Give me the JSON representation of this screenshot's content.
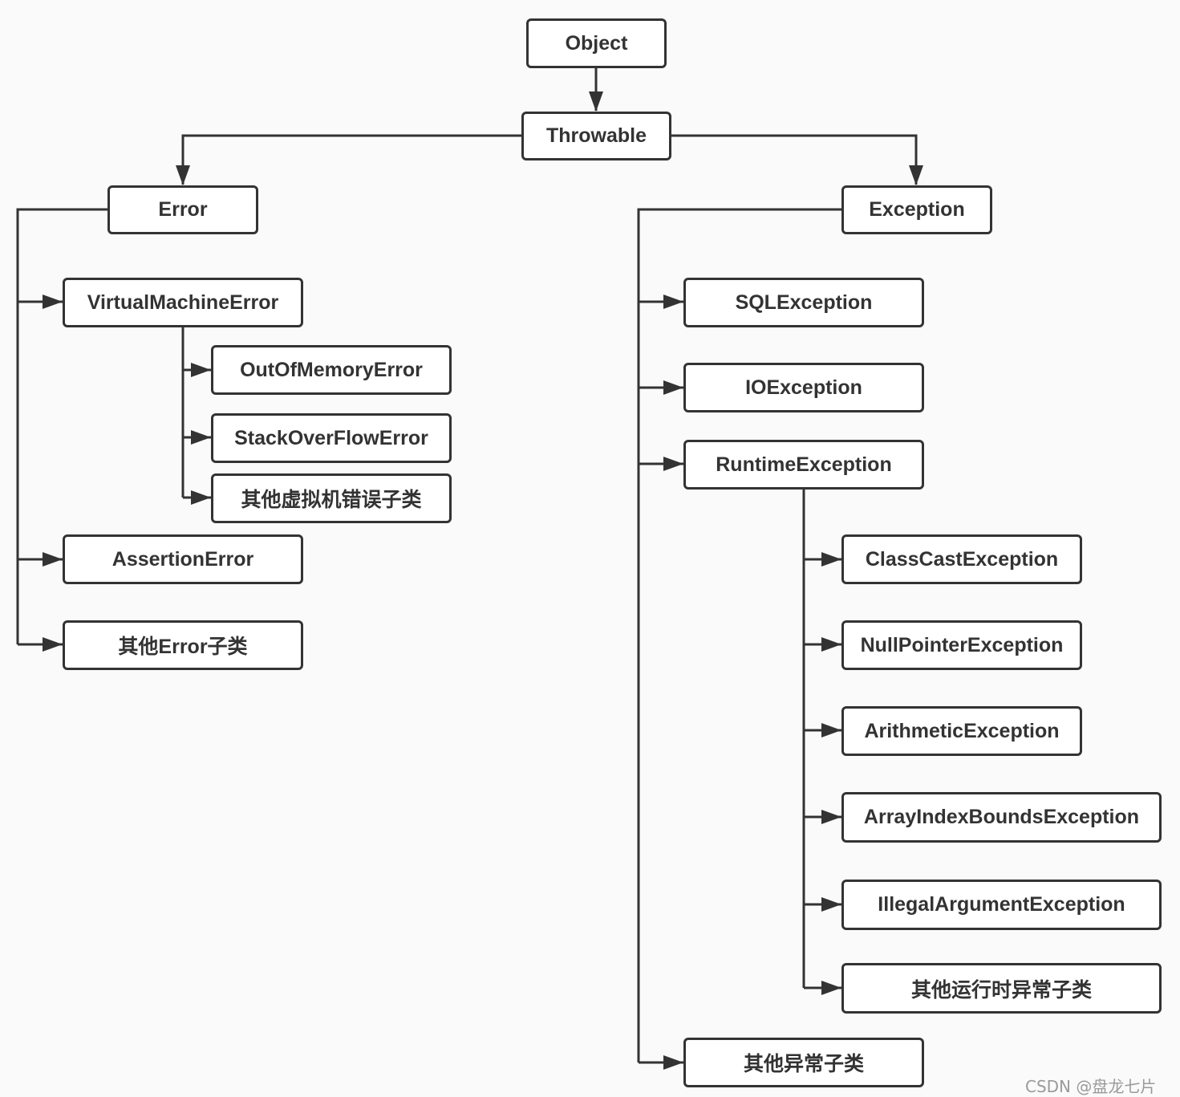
{
  "diagram": {
    "nodes": {
      "object": "Object",
      "throwable": "Throwable",
      "error": "Error",
      "exception": "Exception",
      "virtual_machine_error": "VirtualMachineError",
      "out_of_memory_error": "OutOfMemoryError",
      "stack_over_flow_error": "StackOverFlowError",
      "other_vm_error_subclasses": "其他虚拟机错误子类",
      "assertion_error": "AssertionError",
      "other_error_subclasses": "其他Error子类",
      "sql_exception": "SQLException",
      "io_exception": "IOException",
      "runtime_exception": "RuntimeException",
      "class_cast_exception": "ClassCastException",
      "null_pointer_exception": "NullPointerException",
      "arithmetic_exception": "ArithmeticException",
      "array_index_bounds_exception": "ArrayIndexBoundsException",
      "illegal_argument_exception": "IllegalArgumentException",
      "other_runtime_exception_subclasses": "其他运行时异常子类",
      "other_exception_subclasses": "其他异常子类"
    },
    "edges": [
      [
        "object",
        "throwable"
      ],
      [
        "throwable",
        "error"
      ],
      [
        "throwable",
        "exception"
      ],
      [
        "error",
        "virtual_machine_error"
      ],
      [
        "error",
        "assertion_error"
      ],
      [
        "error",
        "other_error_subclasses"
      ],
      [
        "virtual_machine_error",
        "out_of_memory_error"
      ],
      [
        "virtual_machine_error",
        "stack_over_flow_error"
      ],
      [
        "virtual_machine_error",
        "other_vm_error_subclasses"
      ],
      [
        "exception",
        "sql_exception"
      ],
      [
        "exception",
        "io_exception"
      ],
      [
        "exception",
        "runtime_exception"
      ],
      [
        "exception",
        "other_exception_subclasses"
      ],
      [
        "runtime_exception",
        "class_cast_exception"
      ],
      [
        "runtime_exception",
        "null_pointer_exception"
      ],
      [
        "runtime_exception",
        "arithmetic_exception"
      ],
      [
        "runtime_exception",
        "array_index_bounds_exception"
      ],
      [
        "runtime_exception",
        "illegal_argument_exception"
      ],
      [
        "runtime_exception",
        "other_runtime_exception_subclasses"
      ]
    ]
  },
  "watermark": "CSDN @盘龙七片",
  "colors": {
    "line": "#333333",
    "node_fill": "#ffffff",
    "background": "#fafafa"
  }
}
